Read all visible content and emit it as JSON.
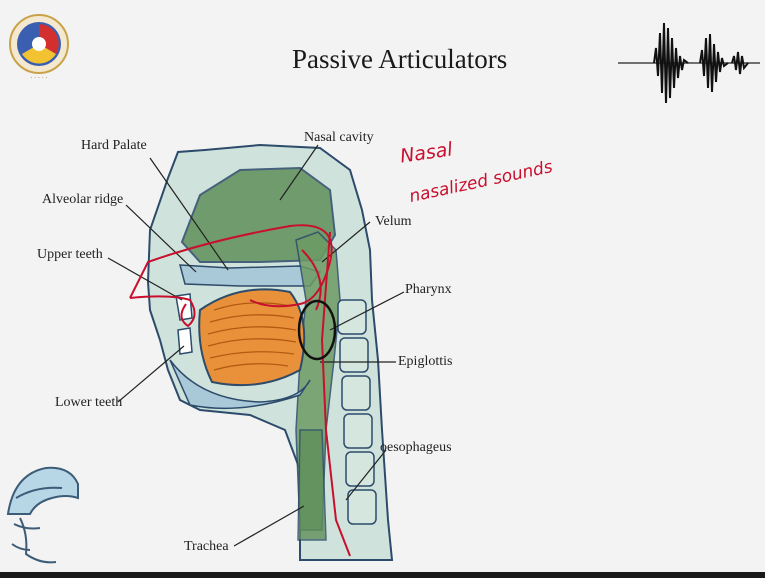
{
  "slide": {
    "title": "Passive Articulators"
  },
  "labels": {
    "hard_palate": "Hard Palate",
    "nasal_cavity": "Nasal cavity",
    "alveolar_ridge": "Alveolar ridge",
    "velum": "Velum",
    "upper_teeth": "Upper teeth",
    "pharynx": "Pharynx",
    "epiglottis": "Epiglottis",
    "lower_teeth": "Lower teeth",
    "oesophageus": "oesophageus",
    "trachea": "Trachea"
  },
  "annotations": {
    "line1": "Nasal",
    "line2": "nasalized sounds",
    "ink_color": "#c8102e"
  },
  "colors": {
    "tissue_fill": "#cfe3dc",
    "cavity_fill": "#5f8f5a",
    "tongue_fill": "#e8913a",
    "outline": "#2d4b6b"
  }
}
